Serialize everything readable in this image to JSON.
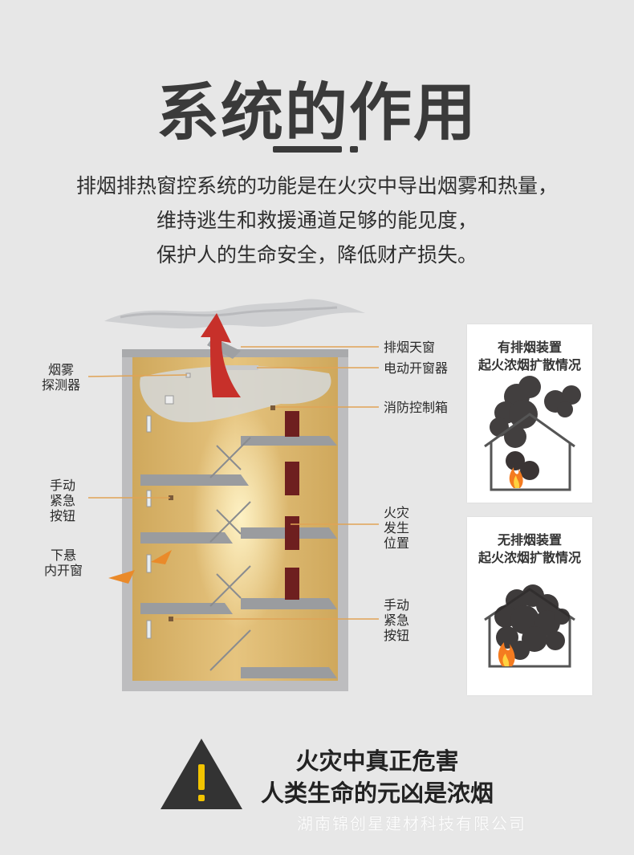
{
  "title": "系统的作用",
  "intro": {
    "line1": "排烟排热窗控系统的功能是在火灾中导出烟雾和热量，",
    "line2": "维持逃生和救援通道足够的能见度，",
    "line3": "保护人的生命安全，降低财产损失。"
  },
  "labels": {
    "smoke_skylight": "排烟天窗",
    "electric_opener": "电动开窗器",
    "fire_control_box": "消防控制箱",
    "fire_location": [
      "火灾",
      "发生",
      "位置"
    ],
    "manual_button_right": [
      "手动",
      "紧急",
      "按钮"
    ],
    "smoke_detector": [
      "烟雾",
      "探测器"
    ],
    "manual_button_left": [
      "手动",
      "紧急",
      "按钮"
    ],
    "inward_window": [
      "下悬",
      "内开窗"
    ]
  },
  "panels": {
    "with_device": [
      "有排烟装置",
      "起火浓烟扩散情况"
    ],
    "without_device": [
      "无排烟装置",
      "起火浓烟扩散情况"
    ]
  },
  "warning": {
    "line1": "火灾中真正危害",
    "line2": "人类生命的元凶是浓烟"
  },
  "watermark": "湖南锦创星建材科技有限公司",
  "colors": {
    "background": "#e7e7e7",
    "text_dark": "#3a3a3a",
    "panel_title": "#333333",
    "wall": "#d9b56d",
    "accent_arrow": "#c7302a",
    "label_line": "#e0a356",
    "orange_arrow": "#ea8a2a",
    "warning_triangle": "#333333",
    "warning_mark": "#f2c400"
  },
  "icons": {
    "warning": "warning-triangle-icon",
    "house_smoke": "house-smoke-icon",
    "flame": "flame-icon"
  }
}
